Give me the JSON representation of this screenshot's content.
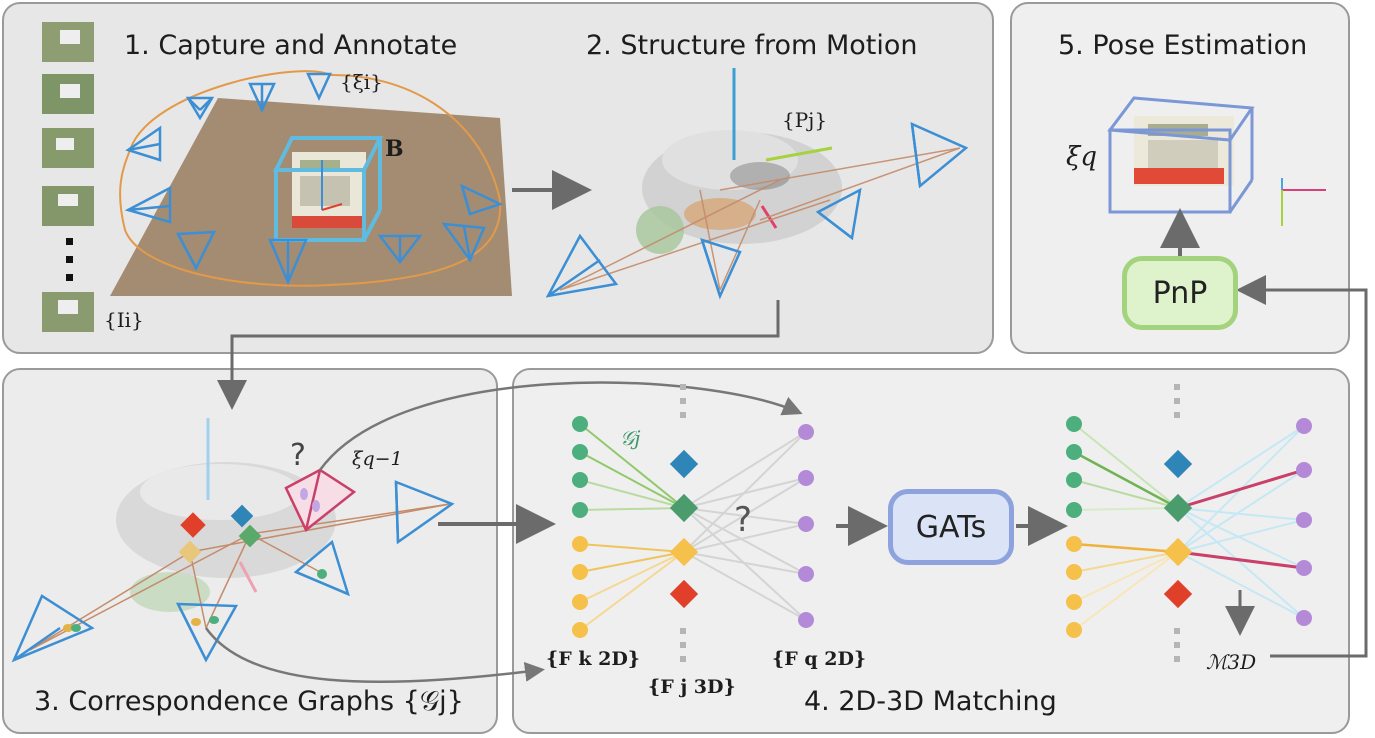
{
  "panels": {
    "capture": {
      "title": "1. Capture and Annotate",
      "label_xi": "{ξi}",
      "label_box": "B",
      "label_images": "{Ii}"
    },
    "sfm": {
      "title": "2. Structure from Motion",
      "label_points": "{Pj}"
    },
    "pose": {
      "title": "5. Pose Estimation",
      "label_pose": "ξq",
      "pnp": "PnP"
    },
    "graphs": {
      "title": "3. Correspondence Graphs {𝒢j}",
      "label_inverse": "ξq−1",
      "question": "?"
    },
    "matching": {
      "title": "4. 2D-3D Matching",
      "label_graph": "𝒢j",
      "label_f2dk": "{F k 2D}",
      "label_f3dj": "{F j 3D}",
      "label_f2dq": "{F q 2D}",
      "question": "?",
      "gats": "GATs",
      "label_m3d": "ℳ3D"
    }
  },
  "colors": {
    "green": "#4caf7d",
    "orange": "#f5c14a",
    "purple": "#b48ad8",
    "blue_diamond": "#2f84b8",
    "red_diamond": "#e0402a",
    "camera": "#3c8fd4",
    "match_red": "#c9406a",
    "arrow": "#6b6b6b"
  }
}
